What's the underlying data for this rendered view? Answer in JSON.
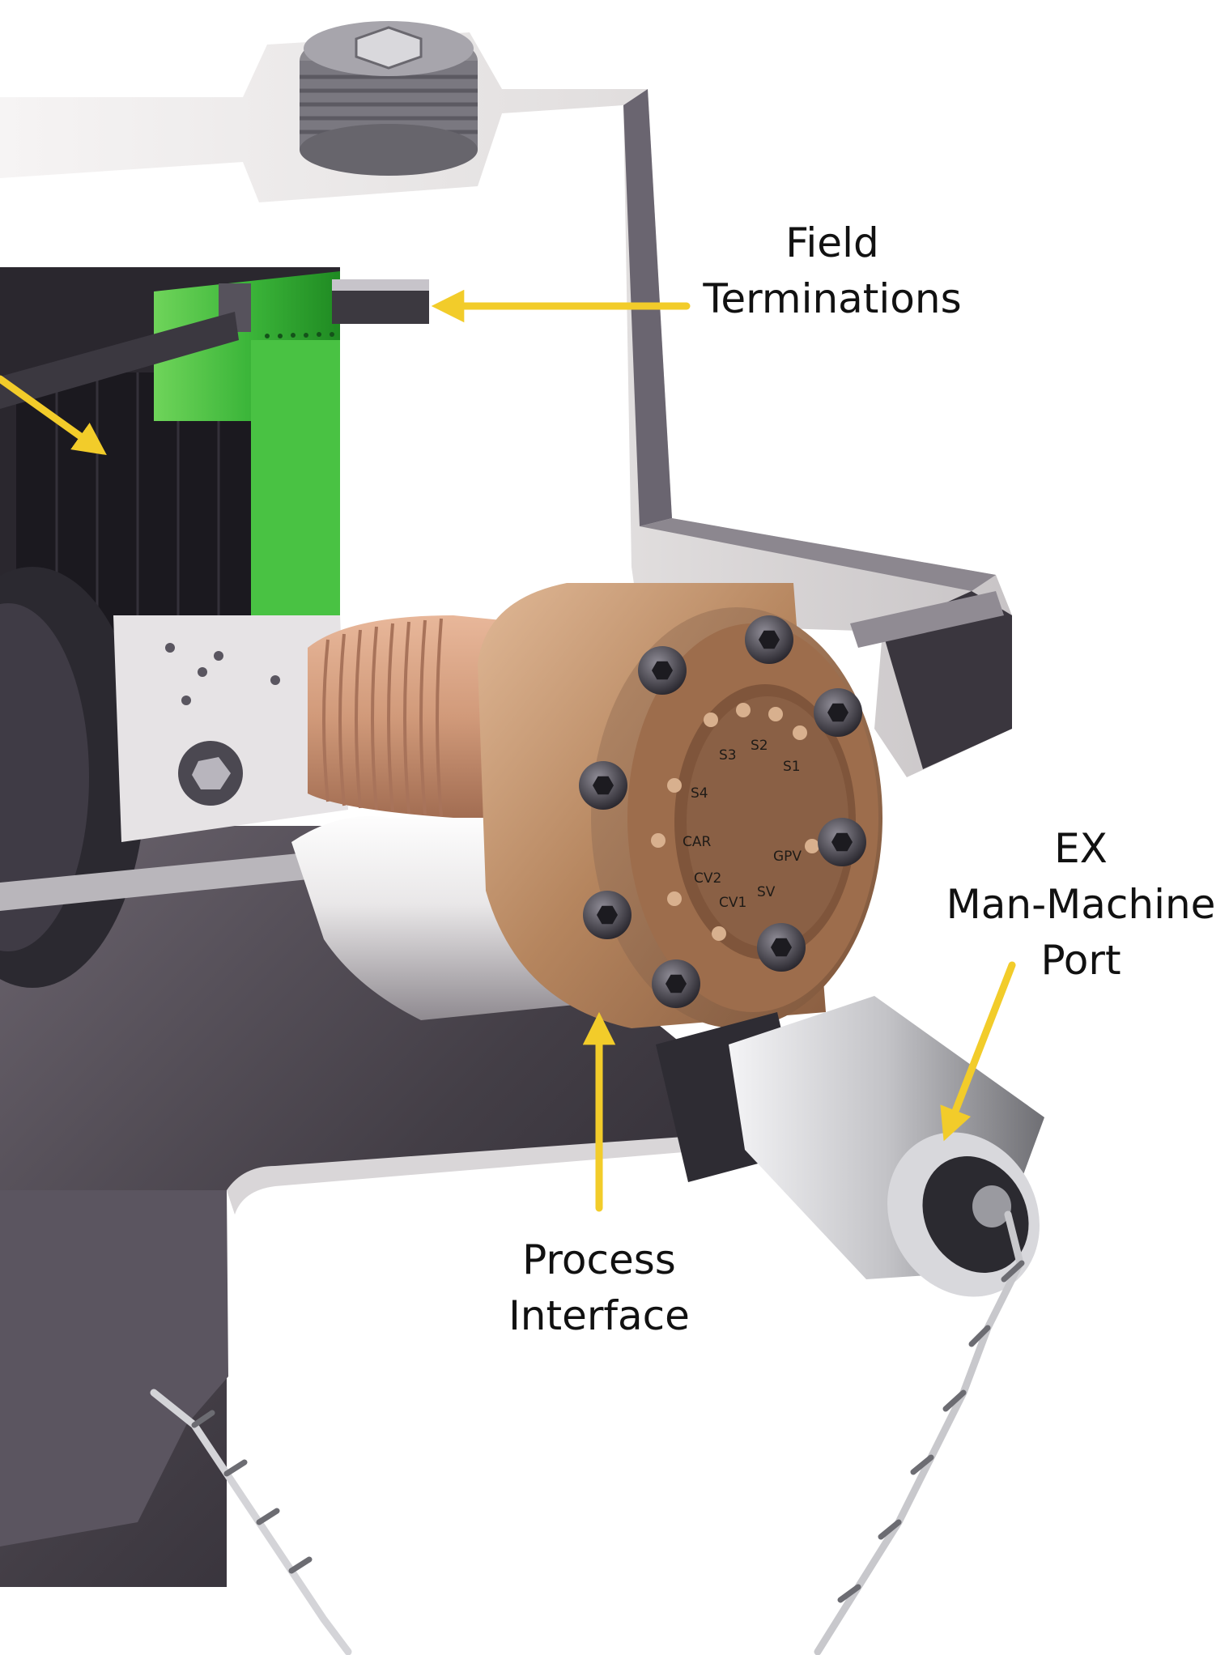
{
  "labels": {
    "field_terminations": [
      "Field",
      "Terminations"
    ],
    "ex_port": [
      "EX",
      "Man-Machine",
      "Port"
    ],
    "process_interface": [
      "Process",
      "Interface"
    ]
  },
  "connector_pins": [
    "S3",
    "S2",
    "S1",
    "S4",
    "CAR",
    "GPV",
    "CV2",
    "CV1",
    "SV"
  ],
  "colors": {
    "callout_arrow": "#f2cc2a",
    "housing": "#4a444c",
    "terminal_board": "#3bb23a",
    "flange": "#b98a62",
    "port_cap": "#c9c9cc"
  }
}
